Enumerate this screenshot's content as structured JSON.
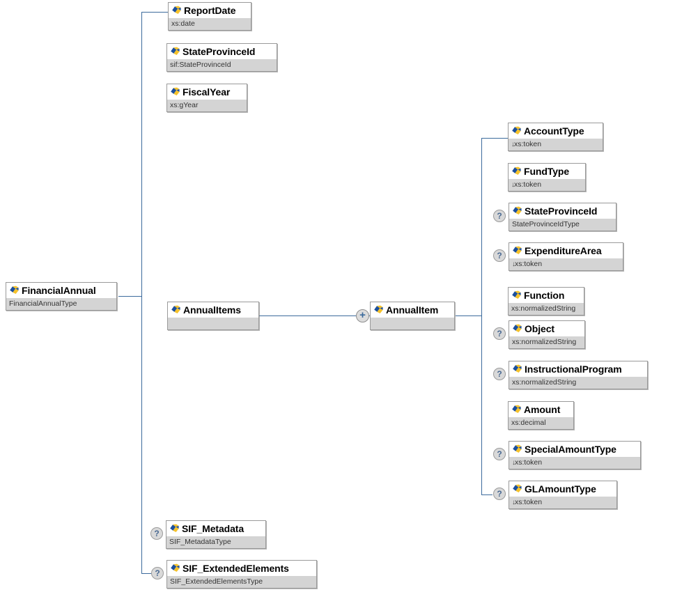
{
  "diagram": {
    "title": "FinancialAnnual XSD element tree",
    "colors": {
      "line": "#3b6a9c",
      "type_bar": "#d4d4d4",
      "box_border": "#9a9a9a",
      "optional_marker": "#d9d9d9",
      "icon_blue": "#1b4f9c",
      "icon_yellow": "#f5c22b"
    },
    "icons": {
      "element": "xsd-element-icon",
      "optional": "optional-question-icon",
      "sequence": "sequence-plus-icon",
      "restriction": "restriction-arrow-icon"
    }
  },
  "root": {
    "name": "FinancialAnnual",
    "type": "FinancialAnnualType",
    "optional": false,
    "icon": "xsd-element-icon"
  },
  "children": [
    {
      "name": "ReportDate",
      "type": "xs:date",
      "optional": false,
      "restricted": false
    },
    {
      "name": "StateProvinceId",
      "type": "sif:StateProvinceId",
      "optional": false,
      "restricted": false
    },
    {
      "name": "FiscalYear",
      "type": "xs:gYear",
      "optional": false,
      "restricted": false
    },
    {
      "name": "AnnualItems",
      "type": "",
      "optional": false,
      "restricted": false
    },
    {
      "name": "SIF_Metadata",
      "type": "SIF_MetadataType",
      "optional": true,
      "restricted": false
    },
    {
      "name": "SIF_ExtendedElements",
      "type": "SIF_ExtendedElementsType",
      "optional": true,
      "restricted": false
    }
  ],
  "annual_item": {
    "name": "AnnualItem",
    "type": "",
    "optional": false,
    "compositor": "+"
  },
  "annual_item_children": [
    {
      "name": "AccountType",
      "type": "xs:token",
      "optional": false,
      "restricted": true
    },
    {
      "name": "FundType",
      "type": "xs:token",
      "optional": false,
      "restricted": true
    },
    {
      "name": "StateProvinceId",
      "type": "StateProvinceIdType",
      "optional": true,
      "restricted": false
    },
    {
      "name": "ExpenditureArea",
      "type": "xs:token",
      "optional": true,
      "restricted": true
    },
    {
      "name": "Function",
      "type": "xs:normalizedString",
      "optional": false,
      "restricted": false
    },
    {
      "name": "Object",
      "type": "xs:normalizedString",
      "optional": true,
      "restricted": false
    },
    {
      "name": "InstructionalProgram",
      "type": "xs:normalizedString",
      "optional": true,
      "restricted": false
    },
    {
      "name": "Amount",
      "type": "xs:decimal",
      "optional": false,
      "restricted": false
    },
    {
      "name": "SpecialAmountType",
      "type": "xs:token",
      "optional": true,
      "restricted": true
    },
    {
      "name": "GLAmountType",
      "type": "xs:token",
      "optional": true,
      "restricted": true
    }
  ]
}
